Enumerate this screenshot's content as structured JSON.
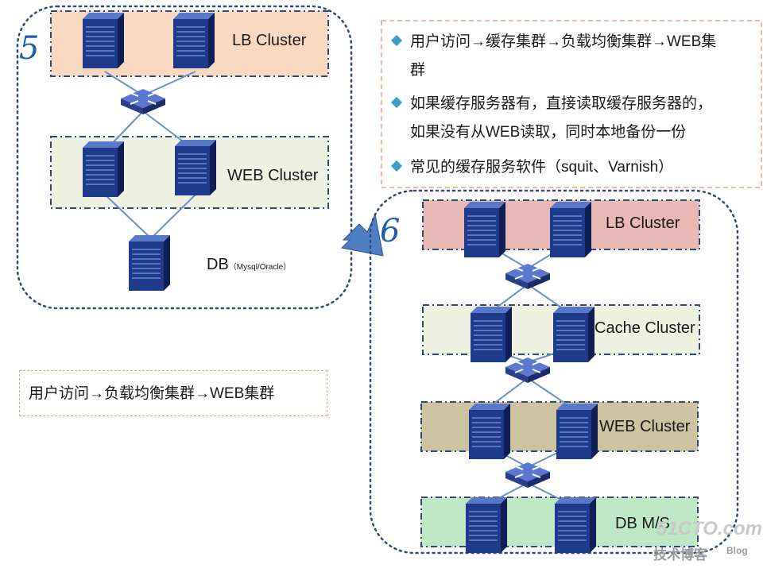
{
  "diagram5": {
    "number": "5",
    "lb_label": "LB Cluster",
    "web_label": "WEB Cluster",
    "db_label": "DB",
    "db_sub": "（Mysql/Oracle）"
  },
  "diagram6": {
    "number": "6",
    "lb_label": "LB Cluster",
    "cache_label": "Cache Cluster",
    "web_label": "WEB Cluster",
    "db_label": "DB M/S"
  },
  "notes": {
    "bullets": [
      "用户访问→缓存集群→负载均衡集群→WEB集",
      "群",
      "如果缓存服务器有，直接读取缓存服务器的，",
      "如果没有从WEB读取，同时本地备份一份",
      "常见的缓存服务软件（squit、Varnish）"
    ],
    "flow5": "用户访问→负载均衡集群→WEB集群"
  },
  "watermark": {
    "site": "51CTO.com",
    "tagline": "技术博客",
    "blog": "Blog"
  },
  "colors": {
    "lb5": "#fbd8c0",
    "web5": "#eef0e0",
    "lb6": "#e8b8b4",
    "cache6": "#eef0e0",
    "web6": "#cdc3a0",
    "db6": "#bde8c4",
    "outline": "#2e4a78",
    "line": "#6b8fc8",
    "server": "#1e3a8a",
    "switch": "#3b55b0"
  }
}
